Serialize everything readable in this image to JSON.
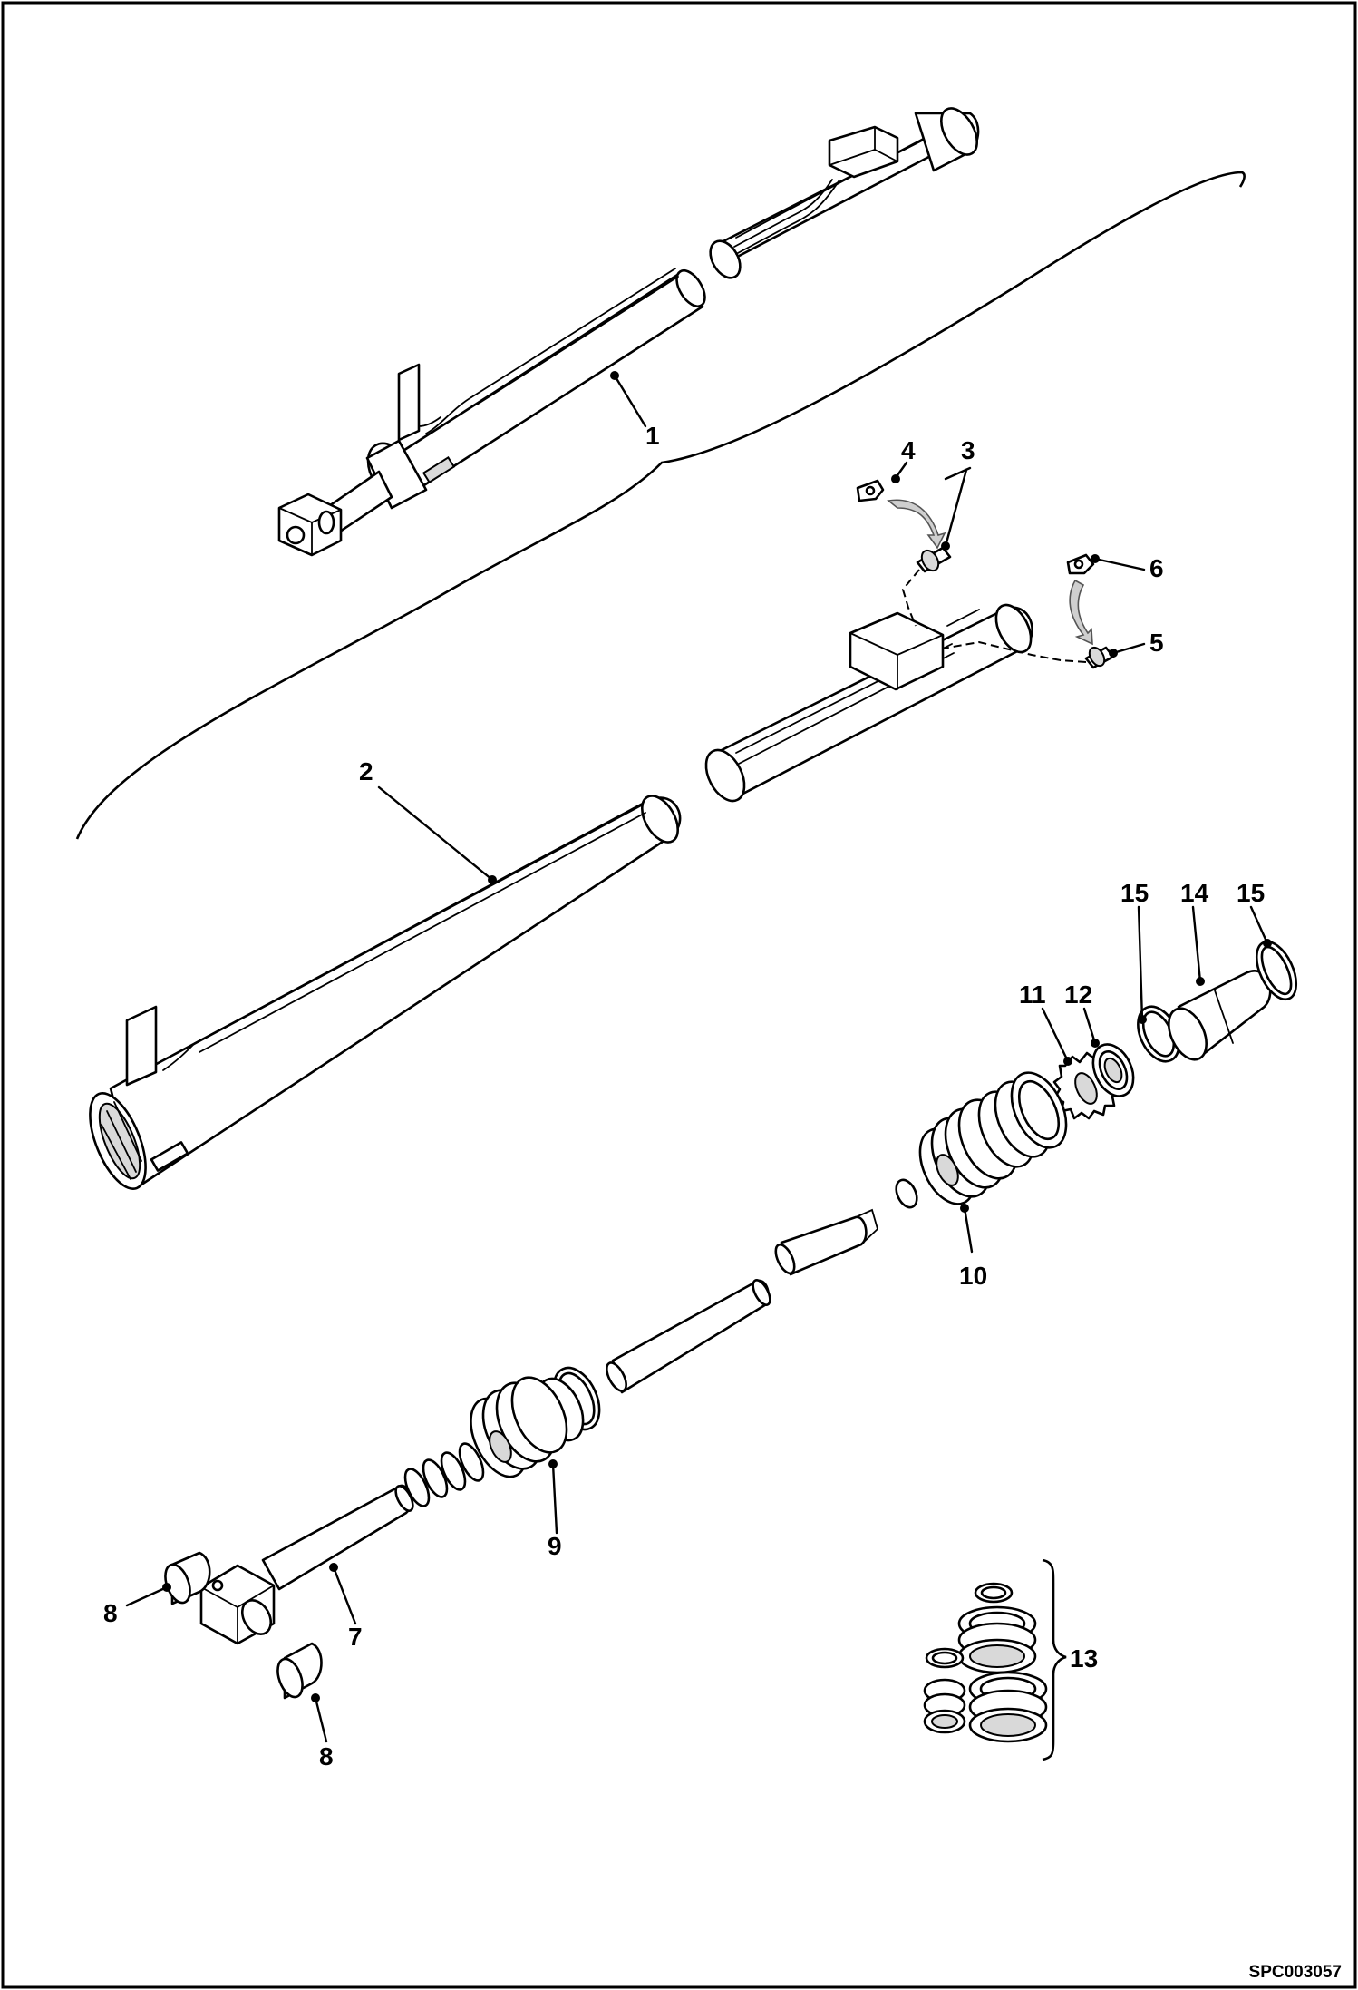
{
  "callouts": {
    "c1": "1",
    "c2": "2",
    "c3": "3",
    "c4": "4",
    "c5": "5",
    "c6": "6",
    "c7": "7",
    "c8a": "8",
    "c8b": "8",
    "c9": "9",
    "c10": "10",
    "c11": "11",
    "c12": "12",
    "c13": "13",
    "c14": "14",
    "c15a": "15",
    "c15b": "15"
  },
  "figure_ref": "SPC003057",
  "colors": {
    "line": "#000000",
    "background": "#ffffff",
    "flow_arrow": "#cfcfcf"
  }
}
